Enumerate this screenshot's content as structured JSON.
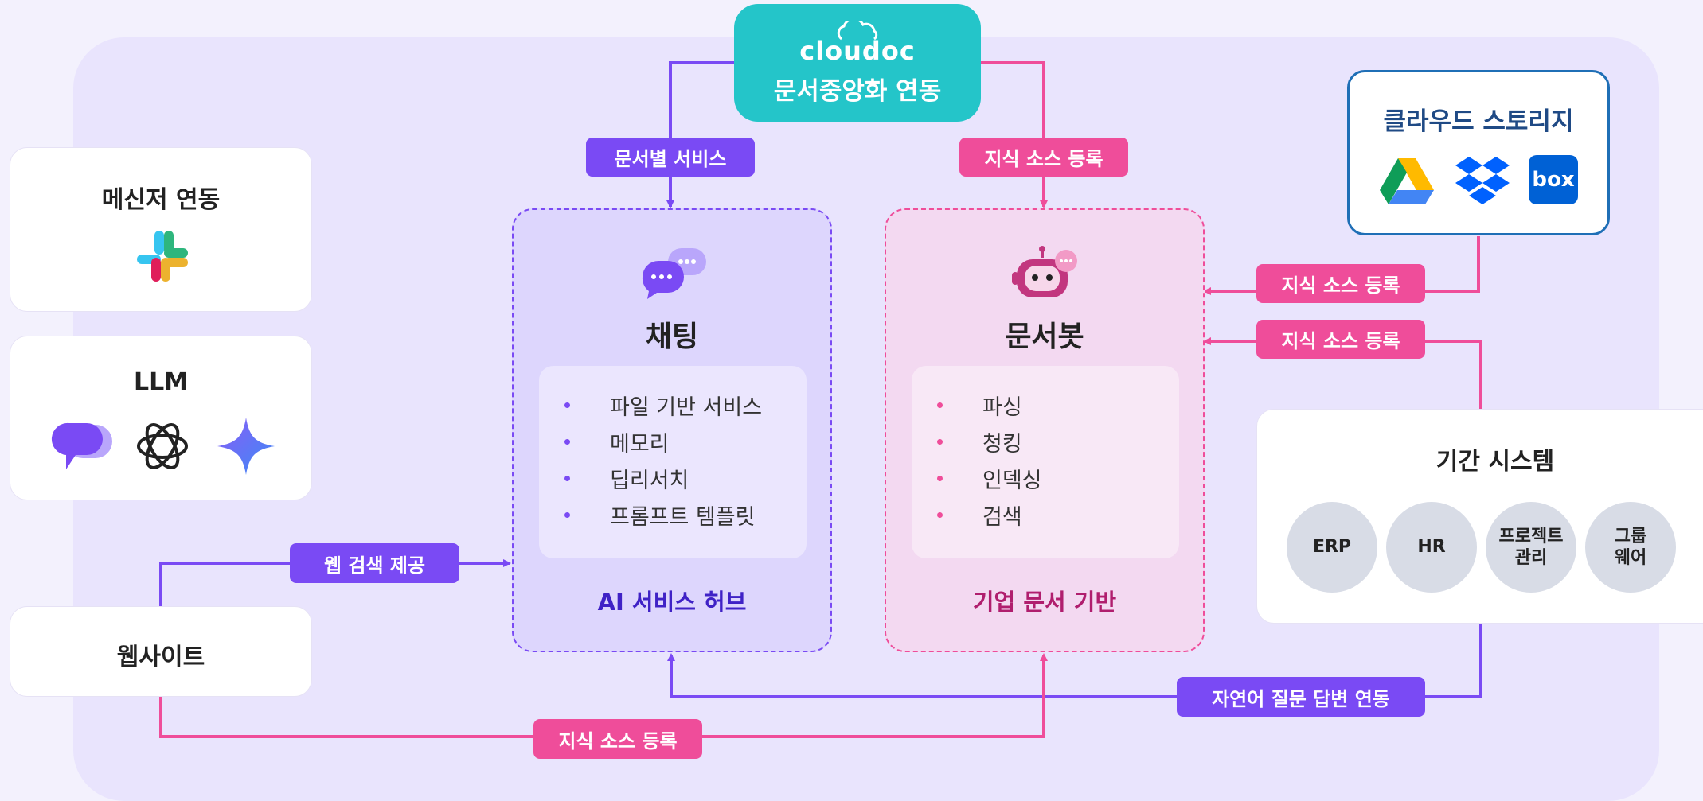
{
  "colors": {
    "purple": "#7a4af4",
    "pink": "#ef4d9a",
    "teal": "#24c5c9",
    "storage_blue": "#1f6fb6"
  },
  "cloudoc": {
    "brand": "cloudoc",
    "subtitle": "문서중앙화 연동",
    "icon": "cloud-icon"
  },
  "left": {
    "messenger": {
      "title": "메신저 연동",
      "icons": [
        "slack-icon"
      ]
    },
    "llm": {
      "title": "LLM",
      "icons": [
        "llm-bubble-icon",
        "openai-icon",
        "gemini-icon"
      ]
    },
    "website": {
      "title": "웹사이트"
    }
  },
  "chat_hub": {
    "icon": "chat-bubbles-icon",
    "title": "채팅",
    "items": [
      "파일 기반 서비스",
      "메모리",
      "딥리서치",
      "프롬프트 템플릿"
    ],
    "footer": "AI 서비스 허브"
  },
  "bot_hub": {
    "icon": "robot-icon",
    "title": "문서봇",
    "items": [
      "파싱",
      "청킹",
      "인덱싱",
      "검색"
    ],
    "footer": "기업 문서 기반"
  },
  "storage": {
    "title": "클라우드 스토리지",
    "icons": [
      "google-drive-icon",
      "dropbox-icon",
      "box-icon"
    ],
    "box_label": "box"
  },
  "systems": {
    "title": "기간 시스템",
    "items": [
      "ERP",
      "HR",
      "프로젝트\n관리",
      "그룹\n웨어"
    ]
  },
  "labels": {
    "doc_service": "문서별 서비스",
    "knowledge_top": "지식 소스 등록",
    "knowledge_storage": "지식 소스 등록",
    "knowledge_systems": "지식 소스 등록",
    "web_search": "웹 검색 제공",
    "knowledge_website": "지식 소스 등록",
    "natural_language": "자연어 질문 답변 연동"
  }
}
